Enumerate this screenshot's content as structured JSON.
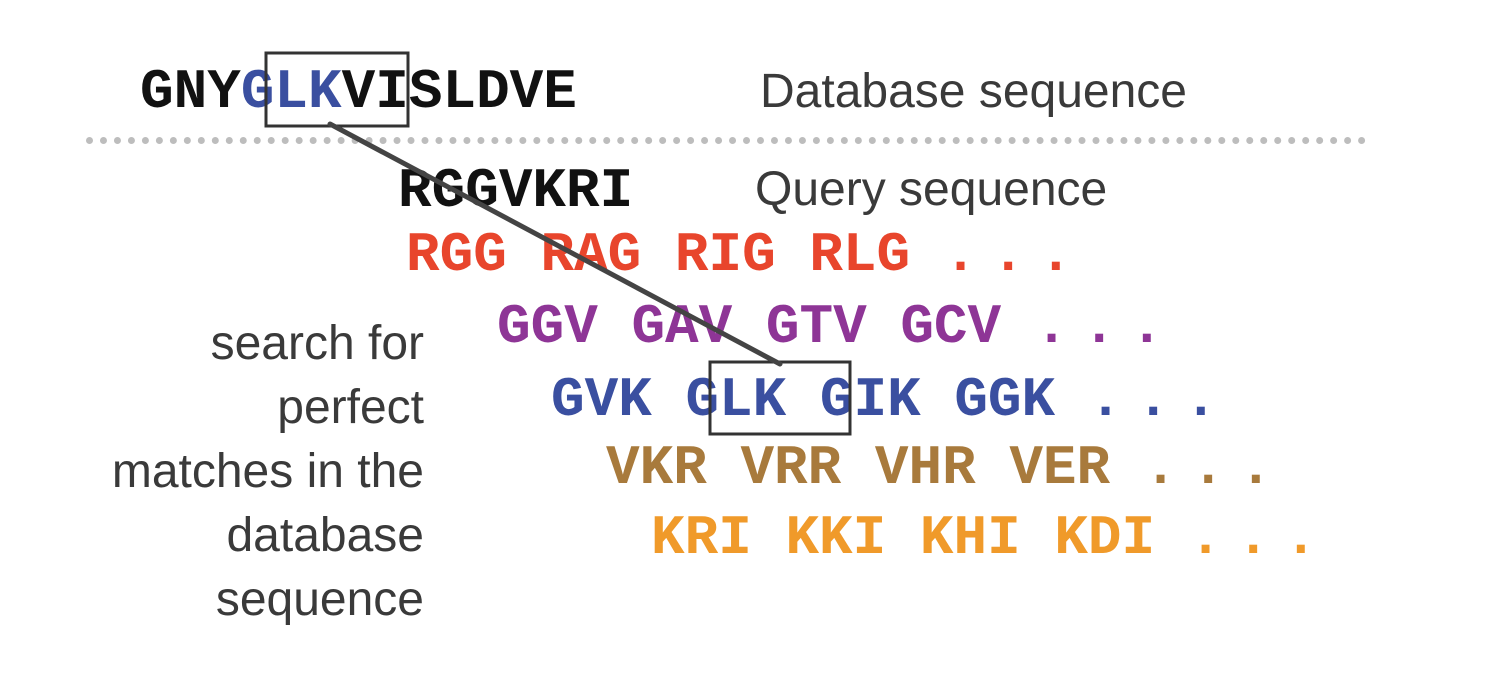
{
  "database": {
    "sequence_prefix": "GNY",
    "sequence_match": "GLK",
    "sequence_suffix": "VISLDVE",
    "label": "Database sequence"
  },
  "query": {
    "sequence": "RGGVKRI",
    "label": "Query sequence"
  },
  "neighborhood_rows": [
    {
      "words": [
        "RGG",
        "RAG",
        "RIG",
        "RLG"
      ],
      "ellipsis": "...",
      "color": "#e8452c"
    },
    {
      "words": [
        "GGV",
        "GAV",
        "GTV",
        "GCV"
      ],
      "ellipsis": "...",
      "color": "#8e3596"
    },
    {
      "words": [
        "GVK",
        "GLK",
        "GIK",
        "GGK"
      ],
      "ellipsis": "...",
      "color": "#3a4fa0",
      "boxed_index": 1
    },
    {
      "words": [
        "VKR",
        "VRR",
        "VHR",
        "VER"
      ],
      "ellipsis": "...",
      "color": "#a87a3c"
    },
    {
      "words": [
        "KRI",
        "KKI",
        "KHI",
        "KDI"
      ],
      "ellipsis": "...",
      "color": "#f09a2a"
    }
  ],
  "side_note": {
    "lines": [
      "search for",
      "perfect",
      "matches in the",
      "database",
      "sequence"
    ]
  },
  "colors": {
    "box_stroke": "#333333",
    "connector": "#444444",
    "divider": "#bdbdbd"
  }
}
